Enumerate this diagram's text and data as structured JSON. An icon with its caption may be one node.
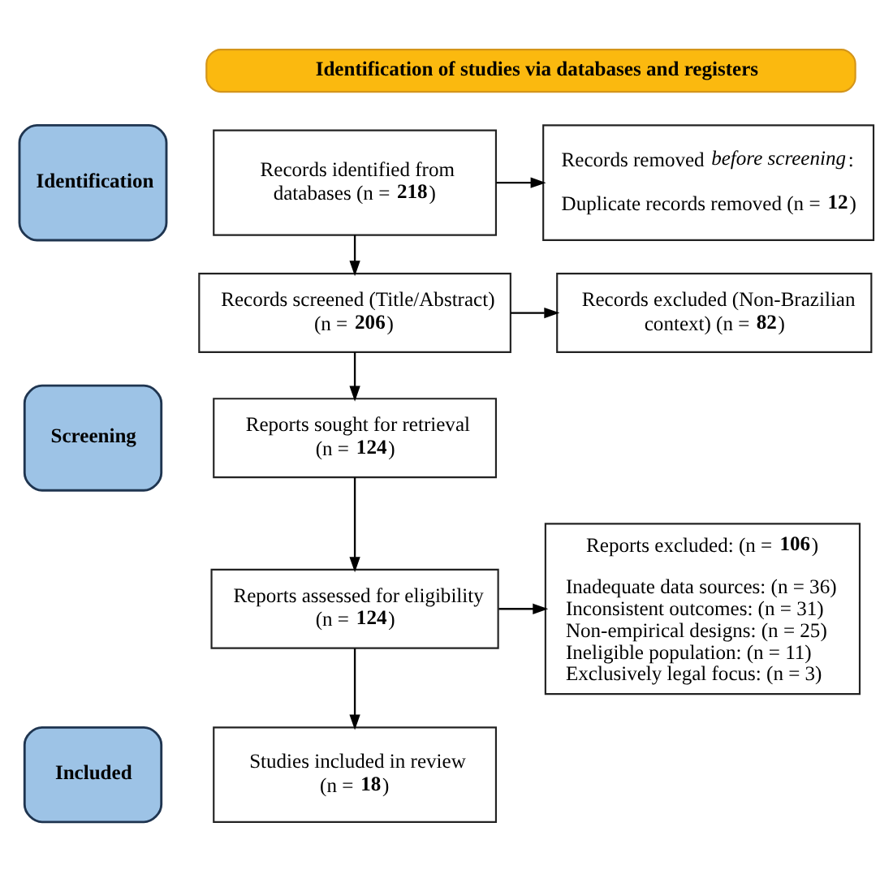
{
  "diagram": {
    "nodes": [
      {
        "text": [
          "Identification of studies via databases and registers"
        ]
      },
      {
        "text": [
          "Identification"
        ]
      },
      {
        "text": [
          "Screening"
        ]
      },
      {
        "text": [
          "Included"
        ]
      },
      {
        "text": [
          "Records identified from databases (n = **218**)"
        ]
      },
      {
        "text": [
          "Records removed *before screening*:",
          "Duplicate records removed (n = **12**)"
        ]
      },
      {
        "text": [
          "Records screened (Title/Abstract) (n = **206**)"
        ]
      },
      {
        "text": [
          "Records excluded (Non-Brazilian context) (n = **82**)"
        ]
      },
      {
        "text": [
          "Reports sought for retrieval (n = **124**)"
        ]
      },
      {
        "text": [
          "Reports assessed for eligibility (n = **124**)"
        ]
      },
      {
        "text": [
          "Reports excluded: (n = **106**)",
          "Inadequate data sources: (n = 36)",
          "Inconsistent outcomes: (n = 31)",
          "Non-empirical designs: (n = 25)",
          "Ineligible population: (n = 11)",
          "Exclusively legal focus: (n = 3)"
        ]
      },
      {
        "text": [
          "Studies included in review (n = **18**)"
        ]
      }
    ],
    "edges": [
      {
        "from": 4,
        "to": 5,
        "arrow": "to"
      },
      {
        "from": 4,
        "to": 6,
        "arrow": "to"
      },
      {
        "from": 6,
        "to": 7,
        "arrow": "to"
      },
      {
        "from": 6,
        "to": 8,
        "arrow": "to"
      },
      {
        "from": 8,
        "to": 9,
        "arrow": "to"
      },
      {
        "from": 9,
        "to": 10,
        "arrow": "to"
      },
      {
        "from": 9,
        "to": 11,
        "arrow": "to"
      }
    ]
  }
}
